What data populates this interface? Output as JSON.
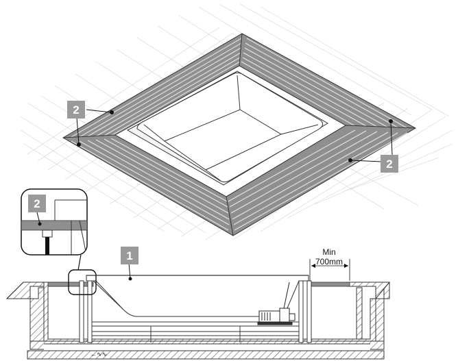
{
  "callouts": {
    "tub_label": "1",
    "deck_label_top_left": "2",
    "deck_label_right": "2",
    "detail_label": "2"
  },
  "dimension": {
    "label_line1": "Min",
    "label_line2": "700mm"
  },
  "colors": {
    "deck": "#8f8f8f",
    "deck_stripe": "#d9d9d9",
    "badge": "#9a9a9a",
    "soil_hatch": "#6f6f6f",
    "grid": "#cfd3d8"
  }
}
